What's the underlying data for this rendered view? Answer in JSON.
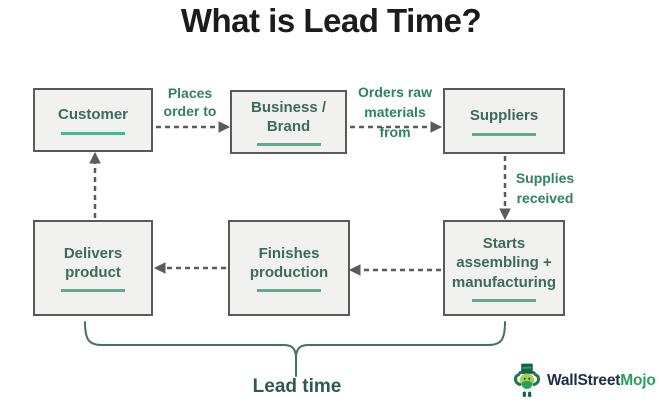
{
  "title": "What is Lead Time?",
  "boxes": {
    "customer": {
      "label": "Customer"
    },
    "business": {
      "label": "Business /\nBrand"
    },
    "suppliers": {
      "label": "Suppliers"
    },
    "delivers": {
      "label": "Delivers\nproduct"
    },
    "finishes": {
      "label": "Finishes\nproduction"
    },
    "starts": {
      "label": "Starts\nassembling +\nmanufacturing"
    }
  },
  "edge_labels": {
    "places_order": "Places\norder to",
    "orders_raw": "Orders raw\nmaterials\nfrom",
    "supplies_received": "Supplies\nreceived"
  },
  "lead_time_label": "Lead time",
  "logo": {
    "brand_dark": "WallStreet",
    "brand_green": "Mojo"
  },
  "colors": {
    "title_text": "#1c1c1c",
    "box_fill": "#f1f1ef",
    "box_border": "#595959",
    "box_text": "#3c6b5e",
    "underline_accent": "#52b48c",
    "edge_label_text": "#2f8168",
    "arrow": "#5b5b5b",
    "brace": "#3e7366",
    "lead_time_text": "#2d5a50",
    "logo_dark": "#1c2c4a",
    "logo_green": "#27a25b"
  }
}
